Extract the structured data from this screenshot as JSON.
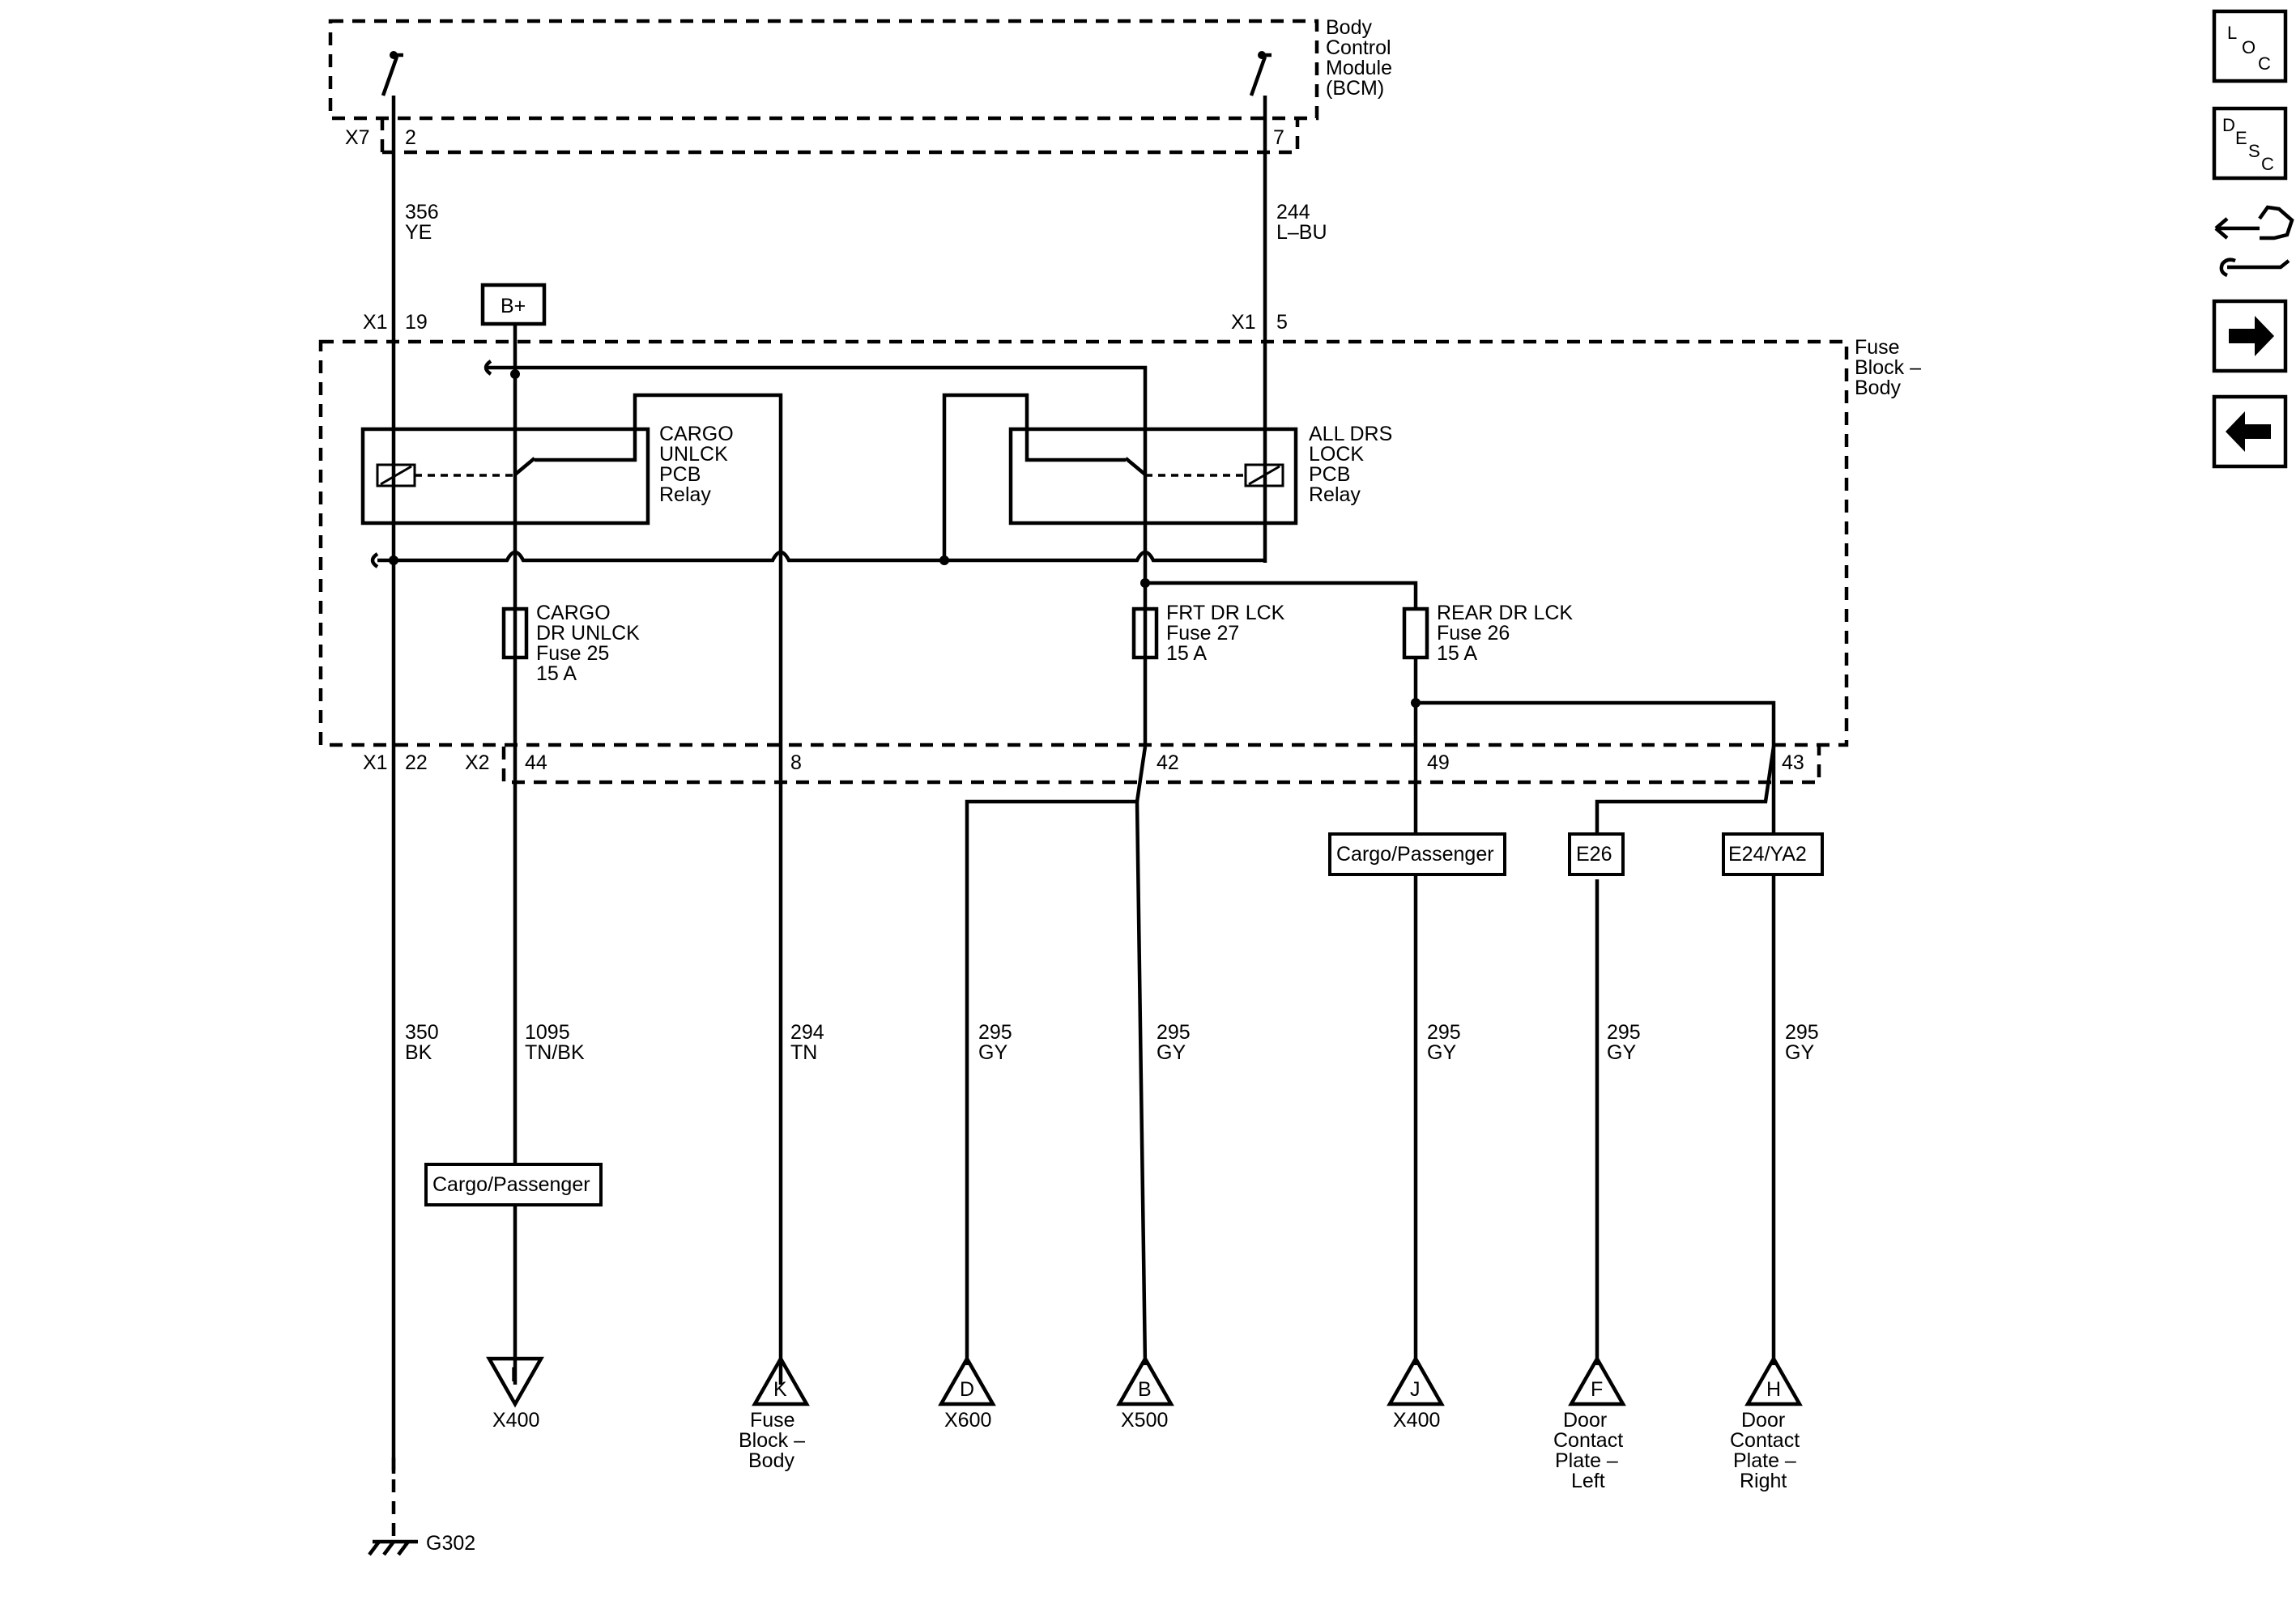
{
  "modules": {
    "bcm": [
      "Body",
      "Control",
      "Module",
      "(BCM)"
    ],
    "fuse_block": [
      "Fuse",
      "Block –",
      "Body"
    ]
  },
  "connectors": {
    "bcm_conn": "X7",
    "bcm_pin_left": "2",
    "bcm_pin_right": "7",
    "x1_left": "X1",
    "x1_left_pin": "19",
    "x1_right": "X1",
    "x1_right_pin": "5",
    "bottom_x1": "X1",
    "bottom_x1_pin": "22",
    "bottom_x2": "X2",
    "pins_bottom": [
      "44",
      "8",
      "42",
      "49",
      "43"
    ]
  },
  "power": {
    "bplus": "B+"
  },
  "wires_top": [
    {
      "circuit": "356",
      "color": "YE"
    },
    {
      "circuit": "244",
      "color": "L–BU"
    }
  ],
  "relays": {
    "cargo_unlock": [
      "CARGO",
      "UNLCK",
      "PCB",
      "Relay"
    ],
    "all_drs_lock": [
      "ALL DRS",
      "LOCK",
      "PCB",
      "Relay"
    ]
  },
  "fuses": [
    {
      "lines": [
        "CARGO",
        "DR UNLCK",
        "Fuse 25",
        "15 A"
      ]
    },
    {
      "lines": [
        "FRT DR LCK",
        "Fuse 27",
        "15 A"
      ]
    },
    {
      "lines": [
        "REAR DR LCK",
        "Fuse 26",
        "15 A"
      ]
    }
  ],
  "options": {
    "cargo_passenger_top": "Cargo/Passenger",
    "e26": "E26",
    "e24": "E24/YA2",
    "cargo_passenger_low": "Cargo/Passenger"
  },
  "wires_bottom": [
    {
      "circuit": "350",
      "color": "BK"
    },
    {
      "circuit": "1095",
      "color": "TN/BK"
    },
    {
      "circuit": "294",
      "color": "TN"
    },
    {
      "circuit": "295",
      "color": "GY"
    },
    {
      "circuit": "295",
      "color": "GY"
    },
    {
      "circuit": "295",
      "color": "GY"
    },
    {
      "circuit": "295",
      "color": "GY"
    },
    {
      "circuit": "295",
      "color": "GY"
    }
  ],
  "destinations": [
    {
      "letter": "I",
      "label": [
        "X400"
      ]
    },
    {
      "letter": "K",
      "label": [
        "Fuse",
        "Block –",
        "Body"
      ]
    },
    {
      "letter": "D",
      "label": [
        "X600"
      ]
    },
    {
      "letter": "B",
      "label": [
        "X500"
      ]
    },
    {
      "letter": "J",
      "label": [
        "X400"
      ]
    },
    {
      "letter": "F",
      "label": [
        "Door",
        "Contact",
        "Plate –",
        "Left"
      ]
    },
    {
      "letter": "H",
      "label": [
        "Door",
        "Contact",
        "Plate –",
        "Right"
      ]
    }
  ],
  "ground": {
    "label": "G302"
  },
  "nav": {
    "loc": [
      "L",
      "O",
      "C"
    ],
    "desc": [
      "D",
      "E",
      "S",
      "C"
    ],
    "icons": [
      "connector-wrench-icon",
      "arrow-right-icon",
      "arrow-left-icon"
    ]
  }
}
